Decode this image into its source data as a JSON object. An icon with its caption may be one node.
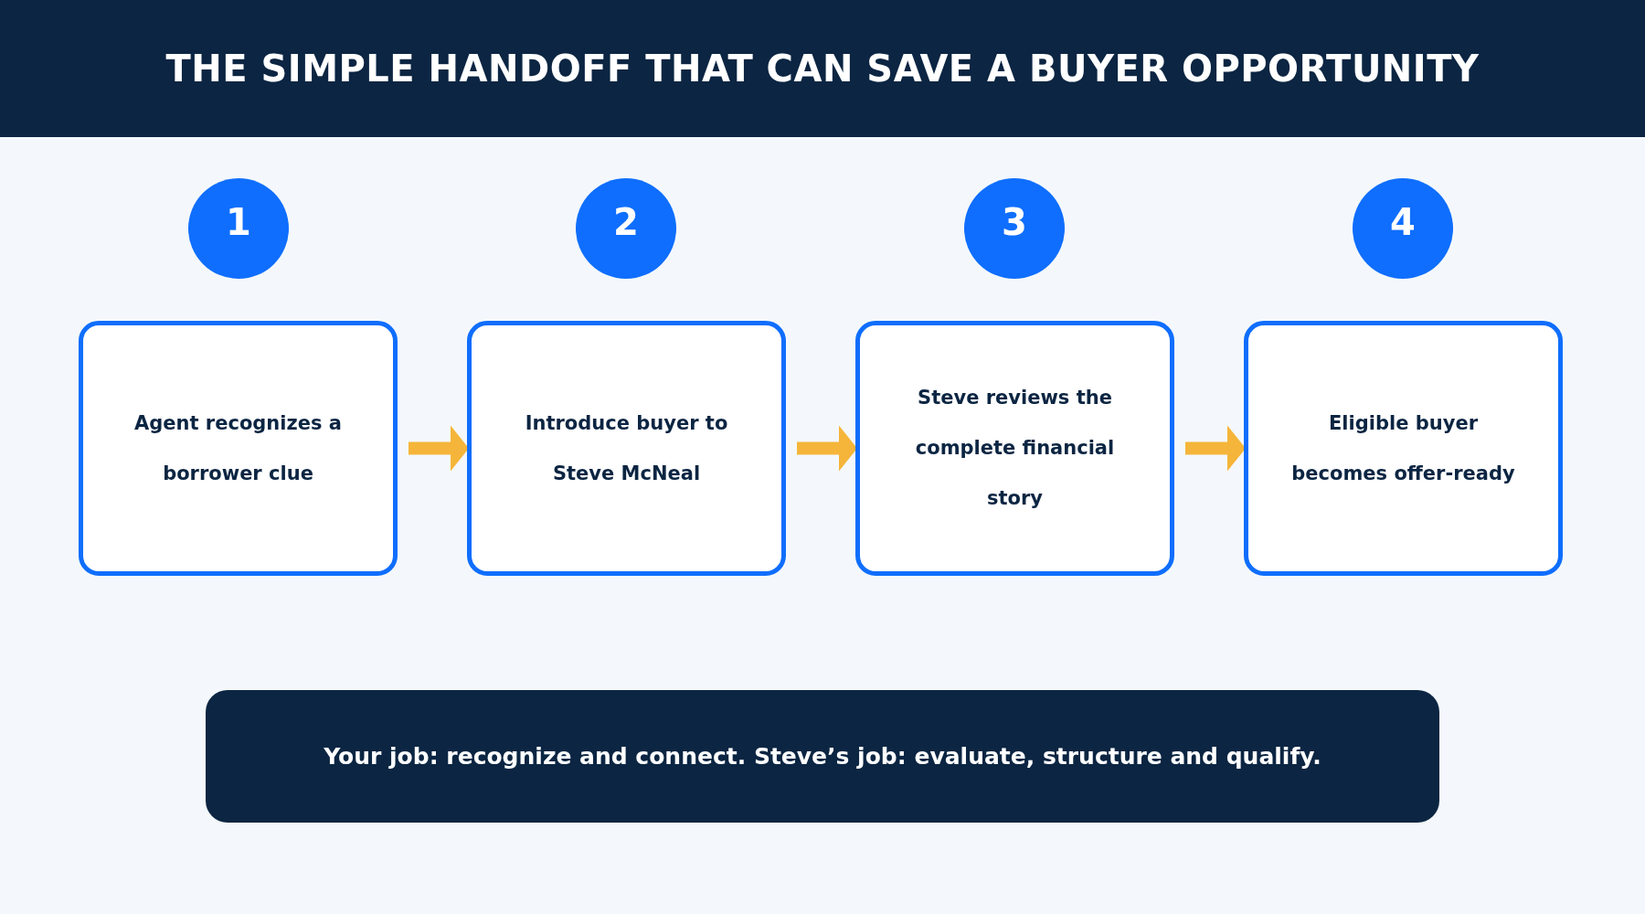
{
  "diagram": {
    "title": "THE SIMPLE HANDOFF THAT CAN SAVE A BUYER OPPORTUNITY",
    "nodes": [
      {
        "text": [
          "1"
        ]
      },
      {
        "text": [
          "2"
        ]
      },
      {
        "text": [
          "3"
        ]
      },
      {
        "text": [
          "4"
        ]
      },
      {
        "text": [
          "Agent recognizes a borrower clue"
        ]
      },
      {
        "text": [
          "Introduce buyer to Steve McNeal"
        ]
      },
      {
        "text": [
          "Steve reviews the complete financial story"
        ]
      },
      {
        "text": [
          "Eligible buyer becomes offer-ready"
        ]
      },
      {
        "text": [
          "Your job: recognize and connect. Steve’s job: evaluate, structure and qualify."
        ]
      }
    ],
    "edges": [
      {
        "from": 4,
        "to": 5,
        "arrow": "to"
      },
      {
        "from": 5,
        "to": 6,
        "arrow": "to"
      },
      {
        "from": 6,
        "to": 7,
        "arrow": "to"
      }
    ]
  }
}
